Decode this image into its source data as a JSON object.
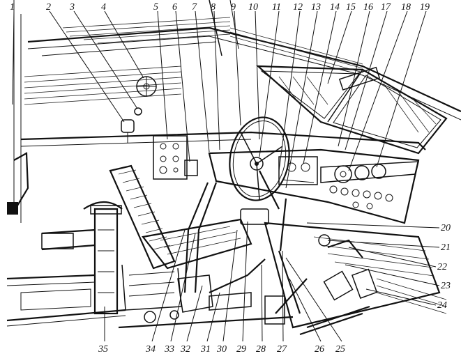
{
  "diagram": {
    "callouts_top": [
      "1",
      "2",
      "3",
      "4",
      "5",
      "6",
      "7",
      "8",
      "9",
      "10",
      "11",
      "12",
      "13",
      "14",
      "15",
      "16",
      "17",
      "18",
      "19"
    ],
    "callouts_right": [
      "20",
      "21",
      "22",
      "23",
      "24"
    ],
    "callouts_bottom": [
      "35",
      "34",
      "33",
      "32",
      "31",
      "30",
      "29",
      "28",
      "27",
      "26",
      "25"
    ]
  }
}
